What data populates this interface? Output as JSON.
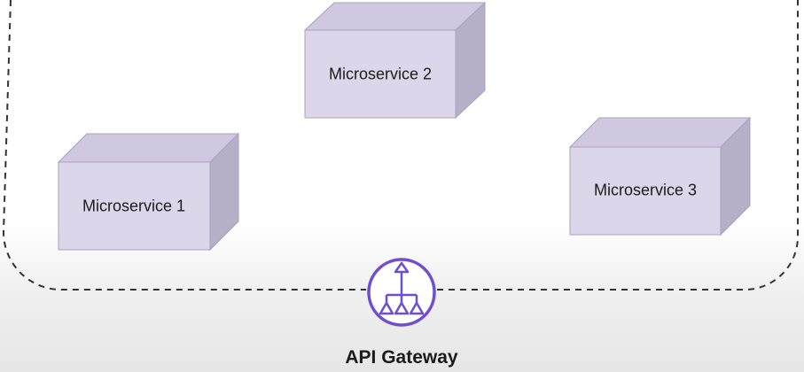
{
  "diagram": {
    "services": [
      {
        "id": "ms1",
        "label": "Microservice 1"
      },
      {
        "id": "ms2",
        "label": "Microservice 2"
      },
      {
        "id": "ms3",
        "label": "Microservice 3"
      }
    ],
    "gateway": {
      "label": "API Gateway",
      "icon": "api-gateway-icon"
    }
  },
  "colors": {
    "box_front": "#dcd6ea",
    "box_top": "#cfc8e0",
    "box_side": "#b6afc8",
    "box_edge": "#a9a2bd",
    "boundary": "#333333",
    "gateway_icon": "#6f4fd1"
  }
}
